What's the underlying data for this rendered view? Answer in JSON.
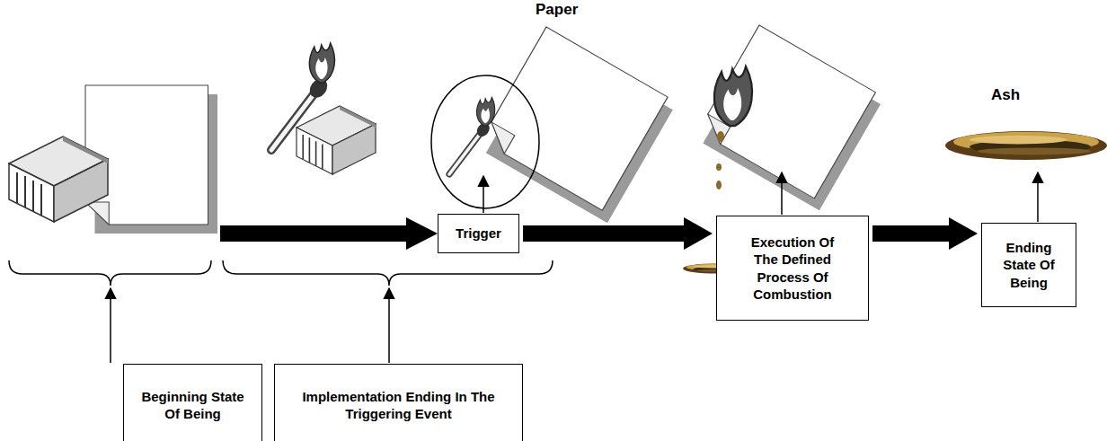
{
  "diagram": {
    "nodes": [
      {
        "text": [
          "Beginning State Of Being"
        ]
      },
      {
        "text": [
          "Implementation Ending In The Triggering Event"
        ]
      },
      {
        "text": [
          "Trigger"
        ]
      },
      {
        "text": [
          "Execution Of The Defined Process Of Combustion"
        ]
      },
      {
        "text": [
          "Ending State Of Being"
        ]
      }
    ],
    "edges": [
      {
        "from": 2,
        "to": 3,
        "arrow": "to"
      },
      {
        "from": 3,
        "to": 4,
        "arrow": "to"
      }
    ],
    "labels": [
      "Paper",
      "Ash"
    ]
  }
}
